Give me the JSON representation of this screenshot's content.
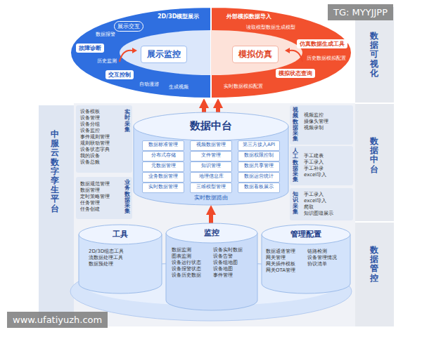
{
  "diagram": {
    "nodes": [
      {
        "text": [
          "展示监控"
        ]
      },
      {
        "text": [
          "模拟仿真"
        ]
      },
      {
        "text": [
          "展示交互"
        ],
        "in": 0
      },
      {
        "text": [
          "2D/3D模型展示"
        ],
        "in": 0
      },
      {
        "text": [
          "故障诊断"
        ],
        "in": 0
      },
      {
        "text": [
          "交互控制"
        ],
        "in": 0
      },
      {
        "text": [
          "外部模拟数据导入"
        ],
        "in": 1
      },
      {
        "text": [
          "仿真数据生成工具"
        ],
        "in": 1
      },
      {
        "text": [
          "模拟状态查询"
        ],
        "in": 1
      },
      {
        "text": [
          "数据中台",
          "实时数据路由"
        ]
      },
      {
        "text": [
          "数据标准管理"
        ],
        "in": 9
      },
      {
        "text": [
          "视频数据管理"
        ],
        "in": 9
      },
      {
        "text": [
          "第三方接入API"
        ],
        "in": 9
      },
      {
        "text": [
          "分布式存储"
        ],
        "in": 9
      },
      {
        "text": [
          "文件管理"
        ],
        "in": 9
      },
      {
        "text": [
          "数据权限控制"
        ],
        "in": 9
      },
      {
        "text": [
          "元数据管理"
        ],
        "in": 9
      },
      {
        "text": [
          "知识管理"
        ],
        "in": 9
      },
      {
        "text": [
          "数据共享管理"
        ],
        "in": 9
      },
      {
        "text": [
          "业务数据管理"
        ],
        "in": 9
      },
      {
        "text": [
          "地理信息库"
        ],
        "in": 9
      },
      {
        "text": [
          "数据运营统计"
        ],
        "in": 9
      },
      {
        "text": [
          "实时数据管理"
        ],
        "in": 9
      },
      {
        "text": [
          "三维模型管理"
        ],
        "in": 9
      },
      {
        "text": [
          "数据看板展示"
        ],
        "in": 9
      },
      {
        "text": [
          "实时采集",
          "设备模板 设备管理 设备分组 设备监控 事件规则管理 规则联动管理 设备状态字典 我的设备 设备总账"
        ]
      },
      {
        "text": [
          "业务数据采集",
          "数据规范管理 数据管理 定时策略管理 任务管理 任务创建"
        ]
      },
      {
        "text": [
          "视频数据采集",
          "视频监控 摄像头管理 视频录制"
        ]
      },
      {
        "text": [
          "人工数据采集",
          "手工建表 手工录入 手工补录 excel导入"
        ]
      },
      {
        "text": [
          "知识采集",
          "手工录入 excel导入 爬取 知识图谱展示"
        ]
      },
      {
        "text": [
          "工具",
          "2D/3D组态工具 流数据处理工具 数据预处理"
        ]
      },
      {
        "text": [
          "监控",
          "数据监测 设备实时数据 图表监测 设备告警 设备运行状态 设备组地图 设备报警状态 设备地图 设备历史数据 事件管理"
        ]
      },
      {
        "text": [
          "管理配置",
          "数据通道管理 链路检测 网关管理 设备管理情况 网关插件模板 协议清单 网关OTA管理"
        ]
      }
    ],
    "edges": [
      {
        "from": 9,
        "to": 0,
        "arrow": "to"
      },
      {
        "from": 9,
        "to": 1,
        "arrow": "to"
      },
      {
        "from": 31,
        "to": 9,
        "arrow": "to"
      }
    ],
    "labels": [
      "TG: MYYJJPP",
      "数据报警",
      "历史监测",
      "自动漫游",
      "生成视频",
      "读取模型数据生成模型",
      "历史数据模拟配置",
      "实时数据模拟配置",
      "数据可视化",
      "中服云数字孪生平台",
      "数据中台",
      "数据管控",
      "www.ufatiyuzh.com"
    ]
  }
}
